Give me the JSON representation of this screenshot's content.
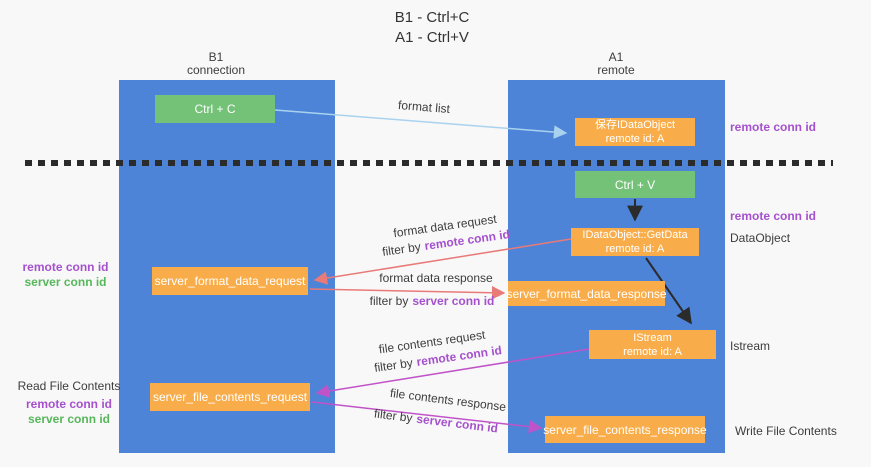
{
  "title": {
    "line1": "B1 - Ctrl+C",
    "line2": "A1 - Ctrl+V"
  },
  "columns": {
    "left": {
      "name": "B1",
      "role": "connection"
    },
    "right": {
      "name": "A1",
      "role": "remote"
    }
  },
  "boxes": {
    "ctrl_c": {
      "label": "Ctrl + C"
    },
    "save_idataobject": {
      "line1": "保存IDataObject",
      "line2": "remote id: A"
    },
    "ctrl_v": {
      "label": "Ctrl + V"
    },
    "getdata": {
      "line1": "IDataObject::GetData",
      "line2": "remote id: A"
    },
    "server_format_data_request": {
      "label": "server_format_data_request"
    },
    "server_format_data_response": {
      "label": "server_format_data_response"
    },
    "istream": {
      "line1": "IStream",
      "line2": "remote id: A"
    },
    "server_file_contents_request": {
      "label": "server_file_contents_request"
    },
    "server_file_contents_response": {
      "label": "server_file_contents_response"
    }
  },
  "arrows": {
    "format_list": "format list",
    "format_data_request": "format data request",
    "format_data_response": "format data response",
    "file_contents_request": "file contents request",
    "file_contents_response": "file contents response",
    "filter_by": "filter by",
    "remote_conn_id": "remote conn id",
    "server_conn_id": "server conn id"
  },
  "side_labels": {
    "remote_conn_id": "remote conn id",
    "server_conn_id": "server conn id",
    "dataobject": "DataObject",
    "istream": "Istream",
    "read_file_contents": "Read File Contents",
    "write_file_contents": "Write File Contents"
  },
  "colors": {
    "column_blue": "#4d84d7",
    "box_orange": "#f9ad4a",
    "box_green": "#74c178",
    "arrow_light_blue": "#a9d2ef",
    "arrow_red": "#e87a78",
    "arrow_magenta": "#c153c9",
    "text_purple": "#a551cd",
    "text_green": "#57b75b",
    "dashed_line": "#2b2b2b",
    "background": "#f8f8f8"
  }
}
